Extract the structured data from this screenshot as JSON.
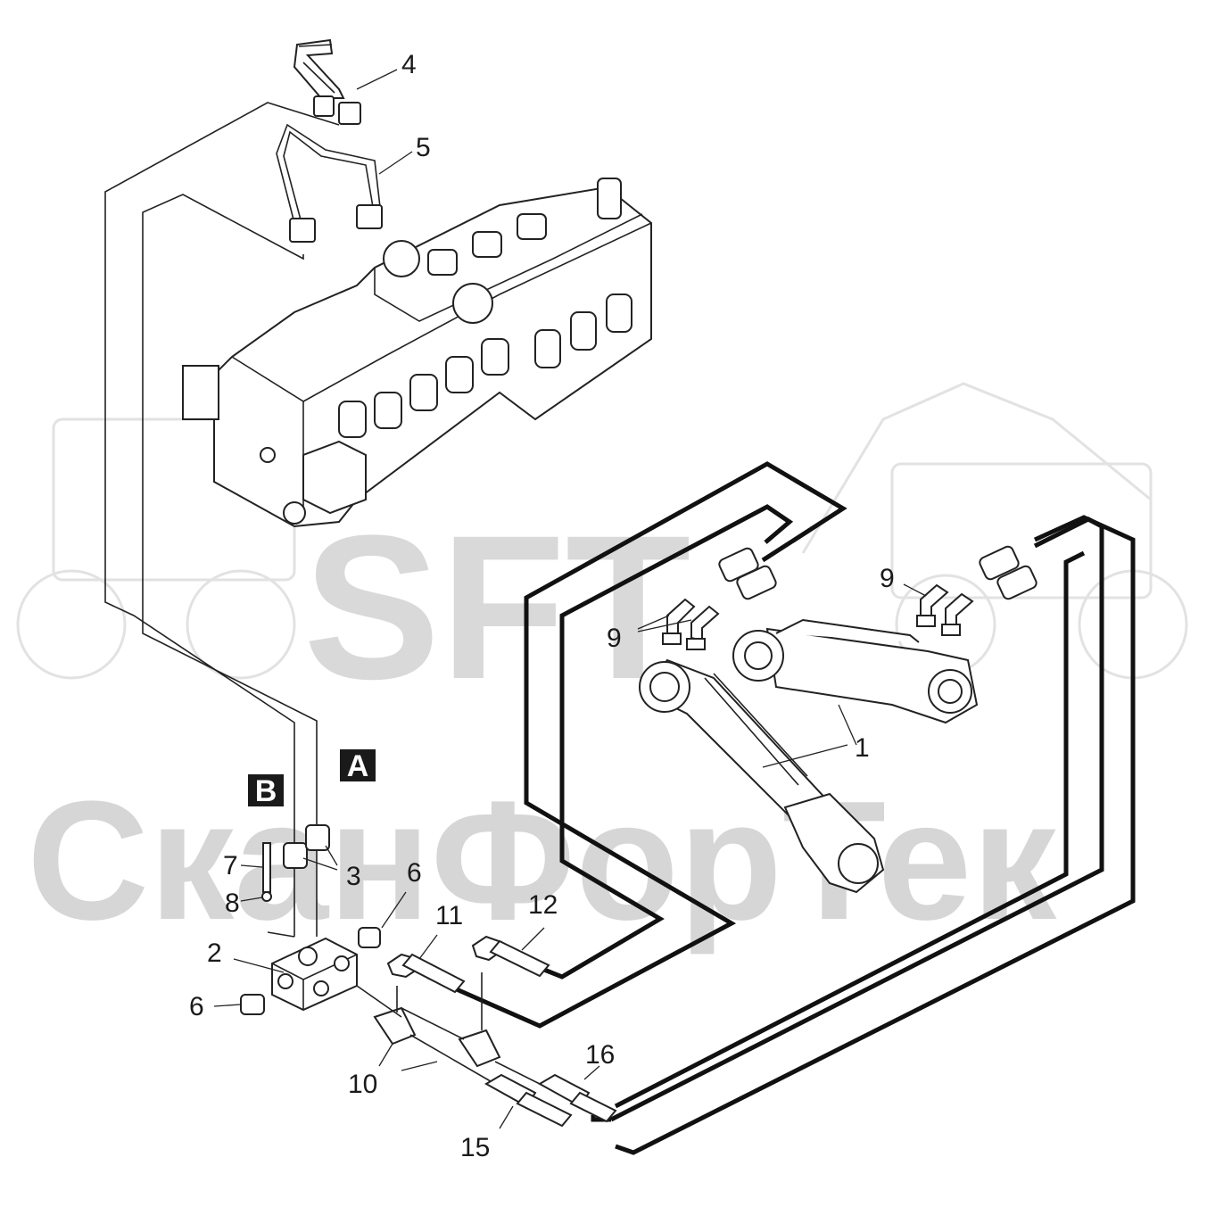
{
  "watermark": {
    "brand": "SFT",
    "company": "СканФорТек"
  },
  "section_labels": {
    "a": "A",
    "b": "B"
  },
  "callouts": {
    "c1": "1",
    "c2": "2",
    "c3": "3",
    "c4": "4",
    "c5": "5",
    "c6a": "6",
    "c6b": "6",
    "c7": "7",
    "c8": "8",
    "c9a": "9",
    "c9b": "9",
    "c10": "10",
    "c11": "11",
    "c12": "12",
    "c15": "15",
    "c16": "16"
  },
  "colors": {
    "line": "#222222",
    "hose": "#111111",
    "watermark": "#d9d9d9",
    "label_box": "#1a1a1a"
  }
}
